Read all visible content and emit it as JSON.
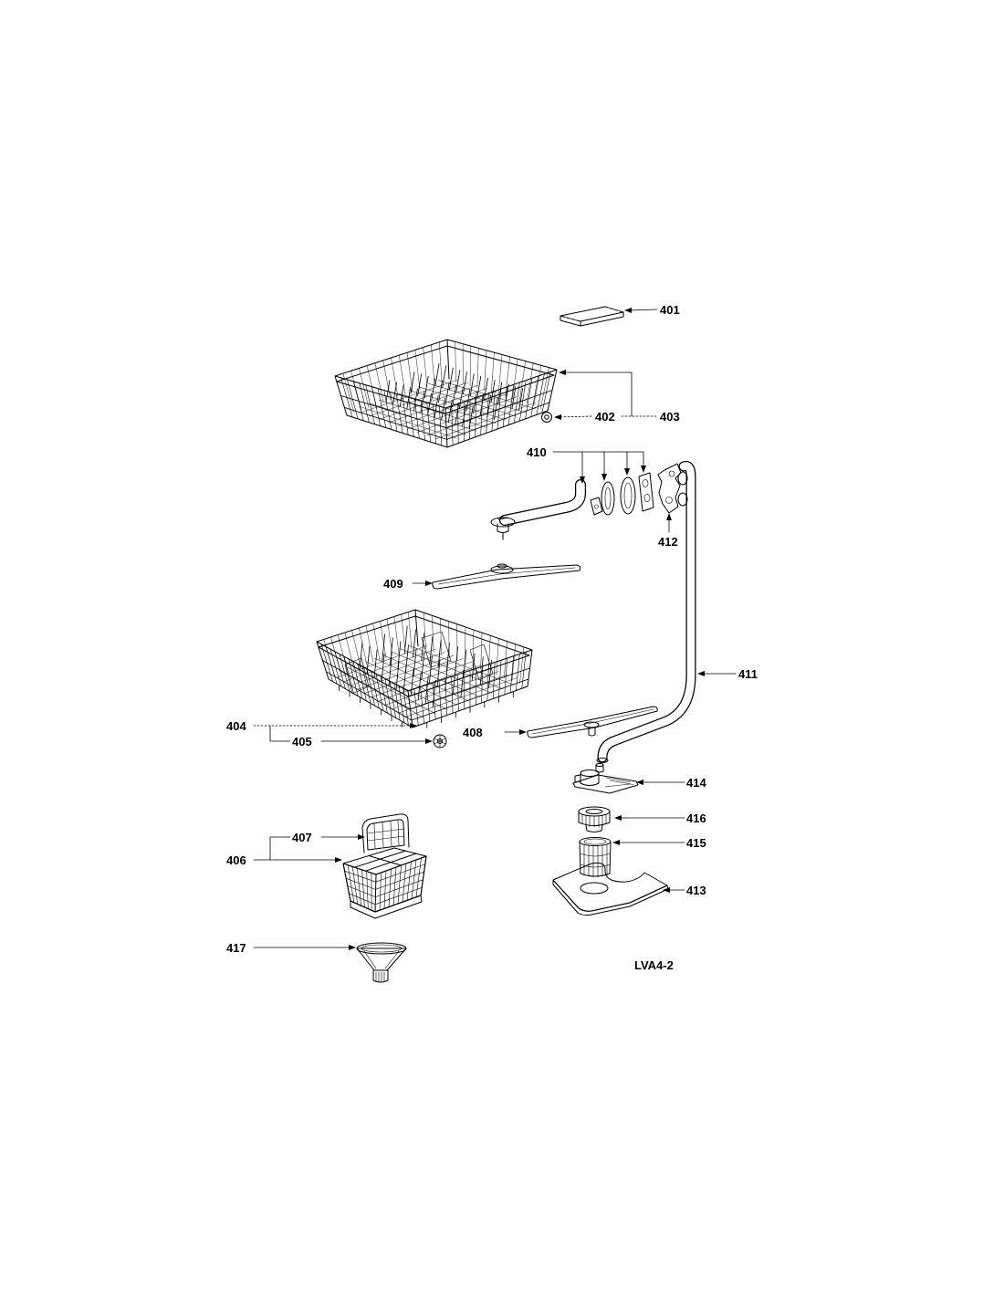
{
  "callouts": {
    "p401": "401",
    "p402": "402",
    "p403": "403",
    "p404": "404",
    "p405": "405",
    "p406": "406",
    "p407": "407",
    "p408": "408",
    "p409": "409",
    "p410": "410",
    "p411": "411",
    "p412": "412",
    "p413": "413",
    "p414": "414",
    "p415": "415",
    "p416": "416",
    "p417": "417"
  },
  "model_code": "LVA4-2",
  "colors": {
    "ink": "#000000",
    "paper": "#ffffff"
  }
}
